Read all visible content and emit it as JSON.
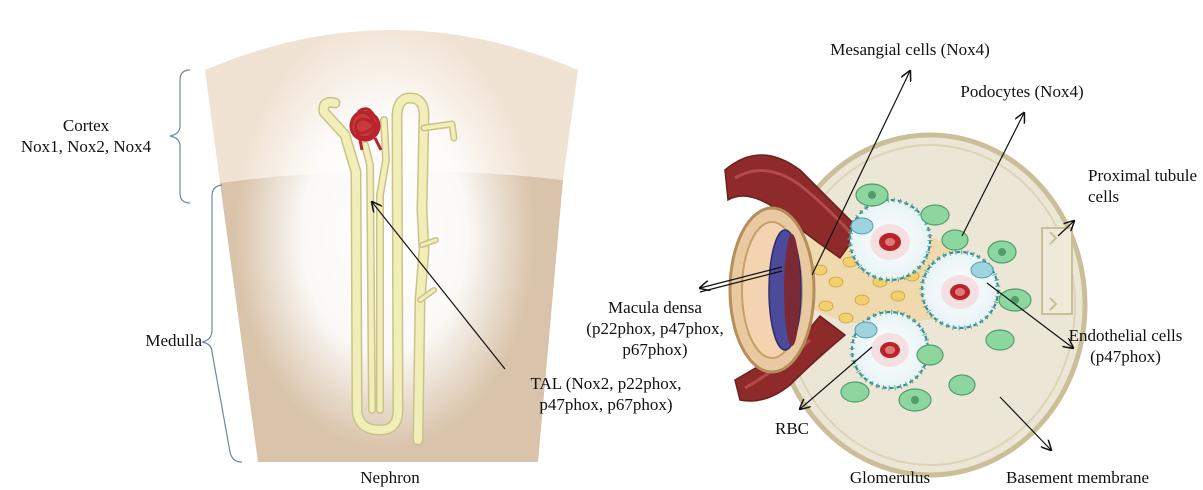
{
  "nephron_panel": {
    "cortex_title": "Cortex",
    "cortex_subtitle": "Nox1, Nox2, Nox4",
    "medulla": "Medulla",
    "tal_line1": "TAL (Nox2, p22phox,",
    "tal_line2": "p47phox, p67phox)",
    "caption": "Nephron"
  },
  "glomerulus_panel": {
    "mesangial": "Mesangial cells (Nox4)",
    "podocytes": "Podocytes (Nox4)",
    "proximal_line1": "Proximal tubule",
    "proximal_line2": "cells",
    "macula_line1": "Macula densa",
    "macula_line2": "(p22phox, p47phox,",
    "macula_line3": "p67phox)",
    "endothelial_line1": "Endothelial cells",
    "endothelial_line2": "(p47phox)",
    "rbc": "RBC",
    "caption": "Glomerulus",
    "basement": "Basement membrane"
  },
  "colors": {
    "cortex_fill": "#f1e3d4",
    "medulla_fill": "#d9c3aa",
    "tubule_fill": "#f2eeb8",
    "glomerulus_red": "#b8242a",
    "vessel_red": "#8e2a2a",
    "capsule_fill": "#ece6d6",
    "podocyte_green": "#8ed6a0",
    "endothelial_blue": "#9fd3e0"
  }
}
